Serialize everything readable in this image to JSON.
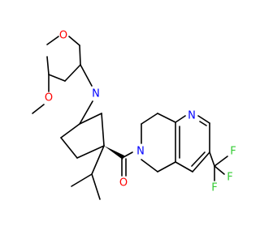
{
  "molecule": {
    "atoms": {
      "O_ring": "O",
      "N_amine": "N",
      "O_methoxy": "O",
      "N_pyridine": "N",
      "N_amide": "N",
      "O_carbonyl": "O",
      "F_top": "F",
      "F_right": "F",
      "F_bottom": "F"
    },
    "colors": {
      "carbon_bonds": "#000000",
      "oxygen": "#ff0000",
      "nitrogen": "#0000ff",
      "fluorine": "#33cc33"
    }
  }
}
